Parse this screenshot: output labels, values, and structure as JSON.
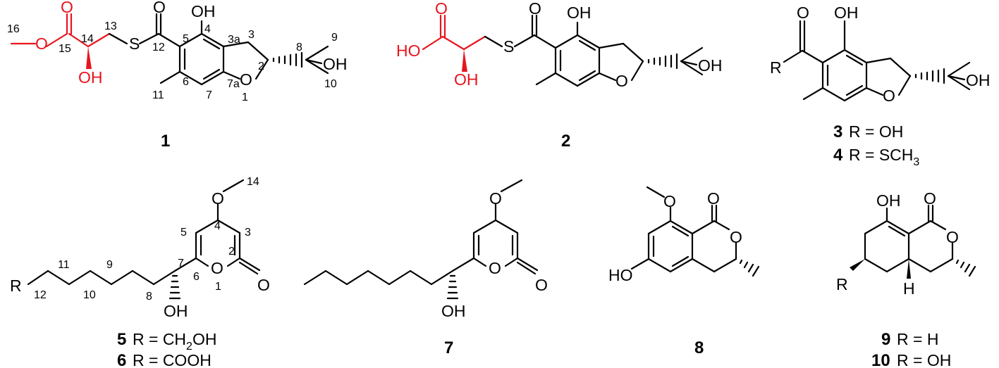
{
  "compounds": [
    {
      "id": "1",
      "atoms": {
        "O_carbonyl_ester": "O",
        "O_ester": "O",
        "OH_14": "OH",
        "S": "S",
        "O_thioester": "O",
        "OH_4": "OH",
        "O_ring": "O",
        "OH_8": "OH"
      },
      "numbers": [
        "16",
        "15",
        "14",
        "13",
        "12",
        "5",
        "4",
        "3a",
        "3",
        "8",
        "9",
        "2",
        "6",
        "11",
        "7",
        "7a",
        "1",
        "10"
      ]
    },
    {
      "id": "2",
      "atoms": {
        "O_carbonyl_acid": "O",
        "HO_acid": "HO",
        "OH_alpha": "OH",
        "S": "S",
        "O_thioester": "O",
        "OH_phenol": "OH",
        "O_ring": "O",
        "OH_tert": "OH"
      }
    },
    {
      "id": "3",
      "id_2": "4",
      "atoms": {
        "O_carbonyl": "O",
        "R": "R",
        "OH_phenol": "OH",
        "O_ring": "O",
        "OH_tert": "OH"
      },
      "caption_3": "R = OH",
      "caption_4": "R = SCH",
      "caption_4_sub": "3"
    },
    {
      "id": "5",
      "id_2": "6",
      "atoms": {
        "O_methoxy": "O",
        "O_ring": "O",
        "O_carbonyl": "O",
        "OH_7": "OH",
        "R": "R"
      },
      "numbers": [
        "14",
        "4",
        "5",
        "3",
        "2",
        "12",
        "11",
        "10",
        "9",
        "8",
        "7",
        "6",
        "1"
      ],
      "caption_5_pre": "R = CH",
      "caption_5_sub": "2",
      "caption_5_post": "OH",
      "caption_6": "R = COOH"
    },
    {
      "id": "7",
      "atoms": {
        "O_methoxy": "O",
        "O_ring": "O",
        "O_carbonyl": "O",
        "OH": "OH"
      }
    },
    {
      "id": "8",
      "atoms": {
        "O_methoxy": "O",
        "O_carbonyl": "O",
        "O_ring": "O",
        "HO": "HO"
      }
    },
    {
      "id": "9",
      "id_2": "10",
      "atoms": {
        "OH": "OH",
        "O_carbonyl": "O",
        "O_ring": "O",
        "R": "R",
        "H": "H"
      },
      "caption_9": "R = H",
      "caption_10": "R = OH"
    }
  ],
  "colors": {
    "highlight": "#e8141c",
    "bond": "#000000"
  }
}
